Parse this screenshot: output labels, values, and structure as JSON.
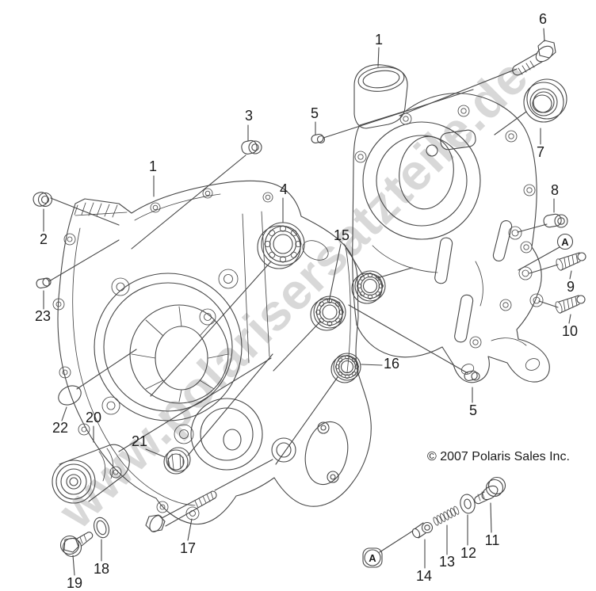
{
  "theme": {
    "line": "#474747",
    "label": "#1a1a1a",
    "watermark": "#d8d8d8",
    "bg": "#ffffff"
  },
  "diagram": {
    "watermark": "www.polarisersatzteile.de",
    "copyright": "© 2007 Polaris Sales Inc.",
    "callouts": {
      "n1_left": "1",
      "n1_right": "1",
      "n2": "2",
      "n3": "3",
      "n4": "4",
      "n5_left": "5",
      "n5_right": "5",
      "n6": "6",
      "n7": "7",
      "n8": "8",
      "n9": "9",
      "n10": "10",
      "n11": "11",
      "n12": "12",
      "n13": "13",
      "n14": "14",
      "n15": "15",
      "n16": "16",
      "n17": "17",
      "n18": "18",
      "n19": "19",
      "n20": "20",
      "n21": "21",
      "n22": "22",
      "n23": "23"
    },
    "reference_letters": {
      "a_upper": "A",
      "a_lower": "A"
    }
  }
}
